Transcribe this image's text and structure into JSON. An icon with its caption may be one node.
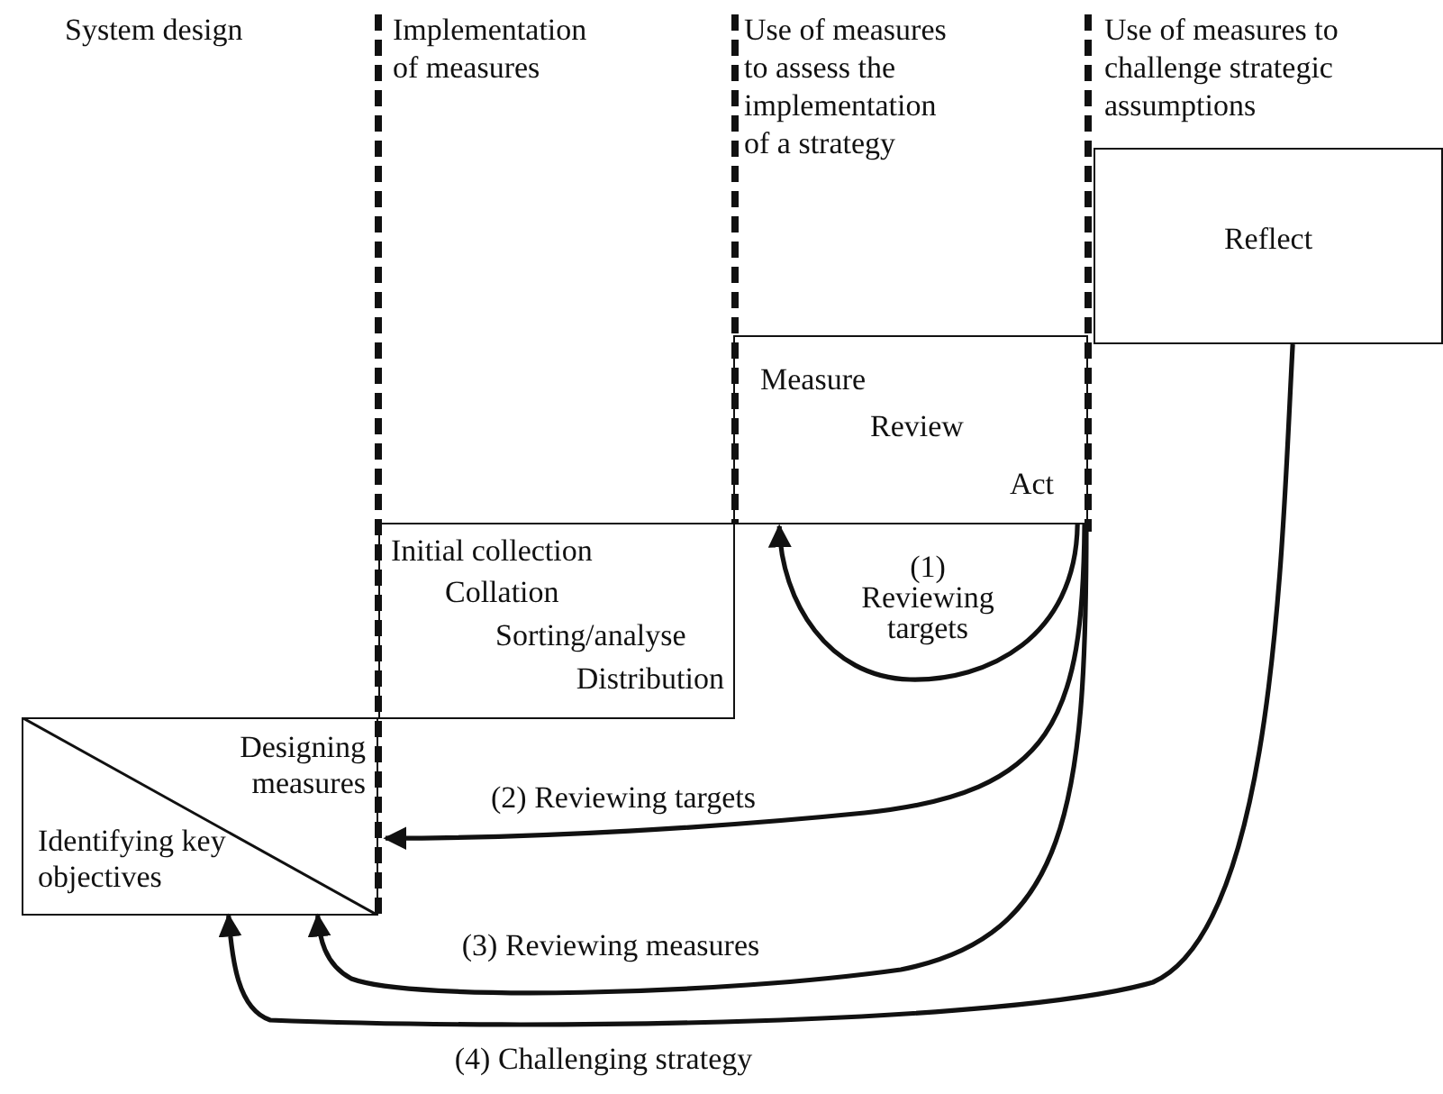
{
  "diagram": {
    "nodes": [
      {
        "text": [
          "Designing measures",
          "Identifying key objectives"
        ]
      },
      {
        "text": [
          "Initial collection",
          "Collation",
          "Sorting/analyse",
          "Distribution"
        ]
      },
      {
        "text": [
          "Measure",
          "Review",
          "Act"
        ]
      },
      {
        "text": [
          "Reflect"
        ]
      }
    ],
    "edges": [
      {
        "from": 2,
        "to": 2,
        "arrow": "to",
        "label": "(1) Reviewing targets"
      },
      {
        "from": 2,
        "to": 0,
        "arrow": "to",
        "label": "(2) Reviewing targets"
      },
      {
        "from": 2,
        "to": 0,
        "arrow": "to",
        "label": "(3) Reviewing measures"
      },
      {
        "from": 3,
        "to": 0,
        "arrow": "to",
        "label": "(4) Challenging strategy"
      }
    ],
    "labels": [
      "System design",
      "Implementation of measures",
      "Use of measures to assess the implementation of a strategy",
      "Use of measures to challenge strategic assumptions"
    ]
  }
}
